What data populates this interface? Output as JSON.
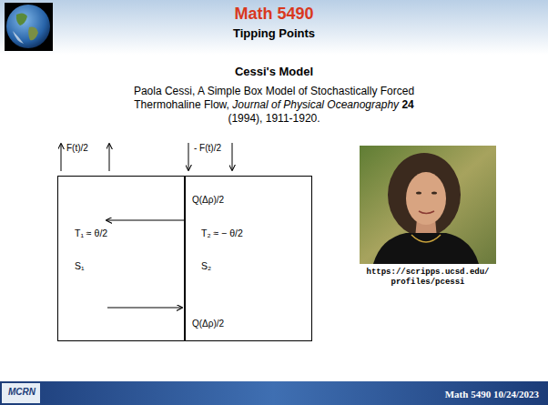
{
  "diagram": {
    "title": "Math 5490",
    "nodes": [
      {
        "text": [
          "T₁ ≈ θ/2",
          "S₁"
        ]
      },
      {
        "text": [
          "T₂ ≈ − θ/2",
          "S₂"
        ]
      }
    ],
    "edges": [
      {
        "from": 1,
        "to": 0,
        "arrow": "to",
        "label": "Q(Δρ)/2"
      },
      {
        "from": 0,
        "to": 1,
        "arrow": "to",
        "label": "Q(Δρ)/2"
      }
    ],
    "labels": [
      "Tipping Points",
      "Cessi's Model",
      "Paola Cessi, A Simple Box Model of Stochastically Forced",
      "Thermohaline Flow,",
      "Journal of Physical Oceanography",
      "24",
      "(1994), 1911-1920.",
      "F(t)/2",
      "- F(t)/2",
      "https://scripps.ucsd.edu/ profiles/pcessi",
      "MCRN",
      "Math 5490 10/24/2023"
    ]
  }
}
